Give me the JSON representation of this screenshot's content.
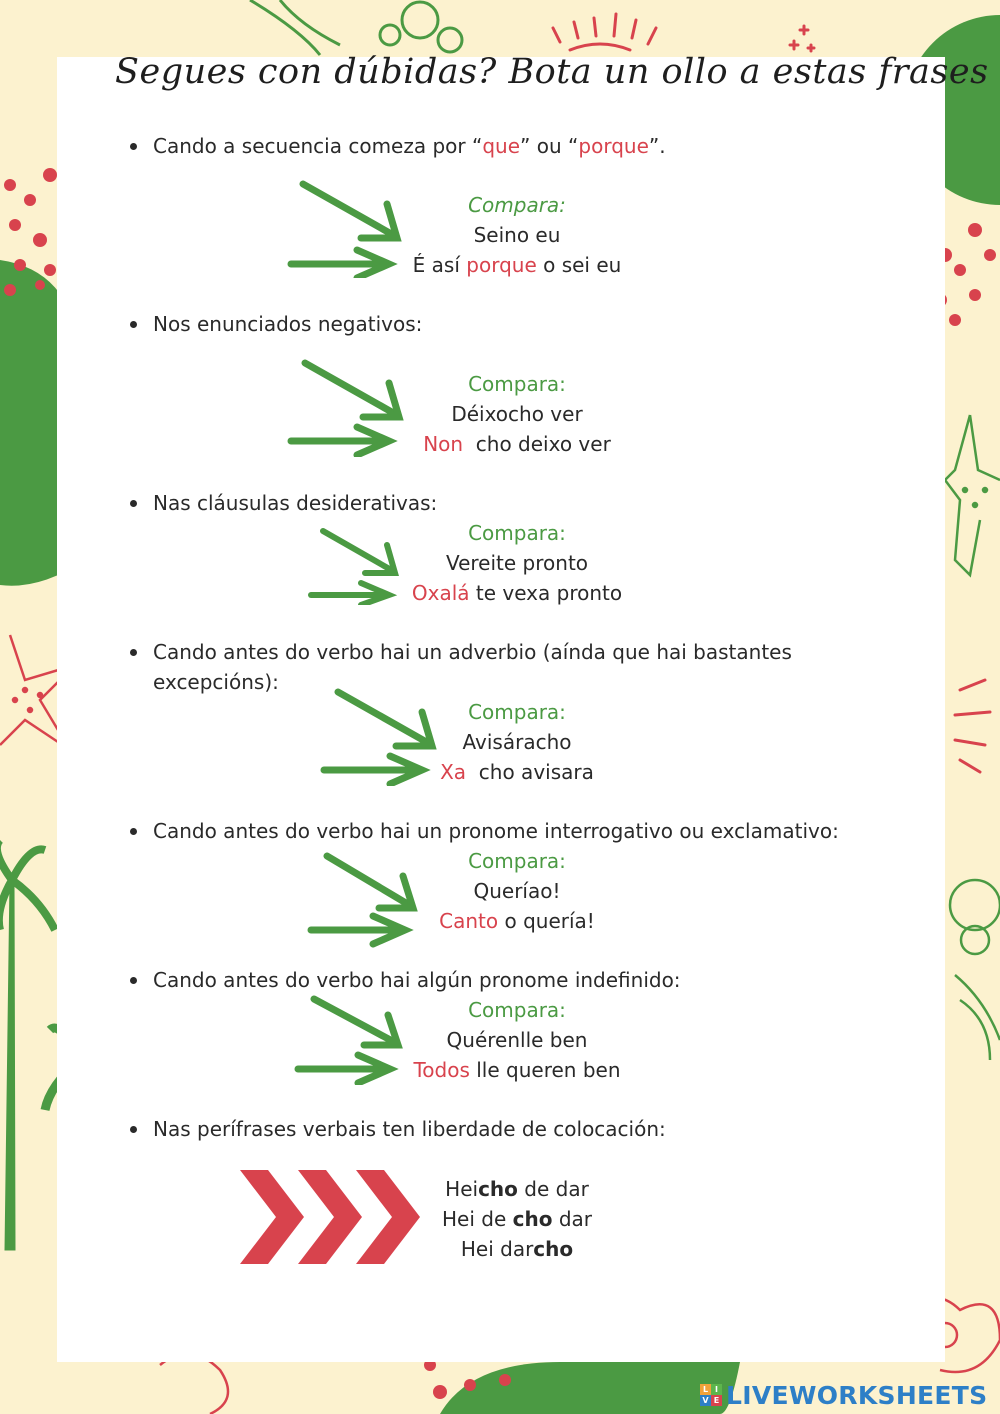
{
  "title": "Segues con dúbidas? Bota un ollo a estas frases",
  "colors": {
    "green": "#4b9a43",
    "red": "#d8434d",
    "background": "#fcf2cf",
    "card": "#ffffff"
  },
  "sections": [
    {
      "bullet": [
        "Cando a secuencia comeza por “",
        "que",
        "” ou “",
        "porque",
        "”."
      ],
      "compare": "Compara:",
      "line1": "Seino eu",
      "line2_pre": "É así ",
      "line2_hl": "porque",
      "line2_post": " o sei eu"
    },
    {
      "bullet": "Nos enunciados negativos:",
      "compare": "Compara:",
      "line1": "Déixocho ver",
      "line2_hl": "Non",
      "line2_post": "  cho deixo ver"
    },
    {
      "bullet": "Nas cláusulas desiderativas:",
      "compare": "Compara:",
      "line1": "Vereite pronto",
      "line2_hl": "Oxalá",
      "line2_post": " te vexa pronto"
    },
    {
      "bullet": "Cando antes do verbo hai un adverbio (aínda que hai bastantes excepcións):",
      "compare": "Compara:",
      "line1": "Avisáracho",
      "line2_hl": "Xa",
      "line2_post": "  cho avisara"
    },
    {
      "bullet": "Cando antes do verbo hai un pronome interrogativo ou exclamativo:",
      "compare": "Compara:",
      "line1": "Queríao!",
      "line2_hl": "Canto",
      "line2_post": " o quería!"
    },
    {
      "bullet": "Cando antes do verbo hai algún pronome indefinido:",
      "compare": "Compara:",
      "line1": "Quérenlle ben",
      "line2_hl": "Todos",
      "line2_post": " lle queren ben"
    },
    {
      "bullet": "Nas perífrases verbais ten liberdade de colocación:",
      "lines": [
        {
          "pre": "Hei",
          "bold": "cho",
          "post": " de dar"
        },
        {
          "pre": "Hei de ",
          "bold": "cho",
          "post": " dar"
        },
        {
          "pre": "Hei dar",
          "bold": "cho",
          "post": ""
        }
      ]
    }
  ],
  "logo": {
    "badge": [
      "L",
      "I",
      "V",
      "E"
    ],
    "text": "LIVEWORKSHEETS"
  }
}
